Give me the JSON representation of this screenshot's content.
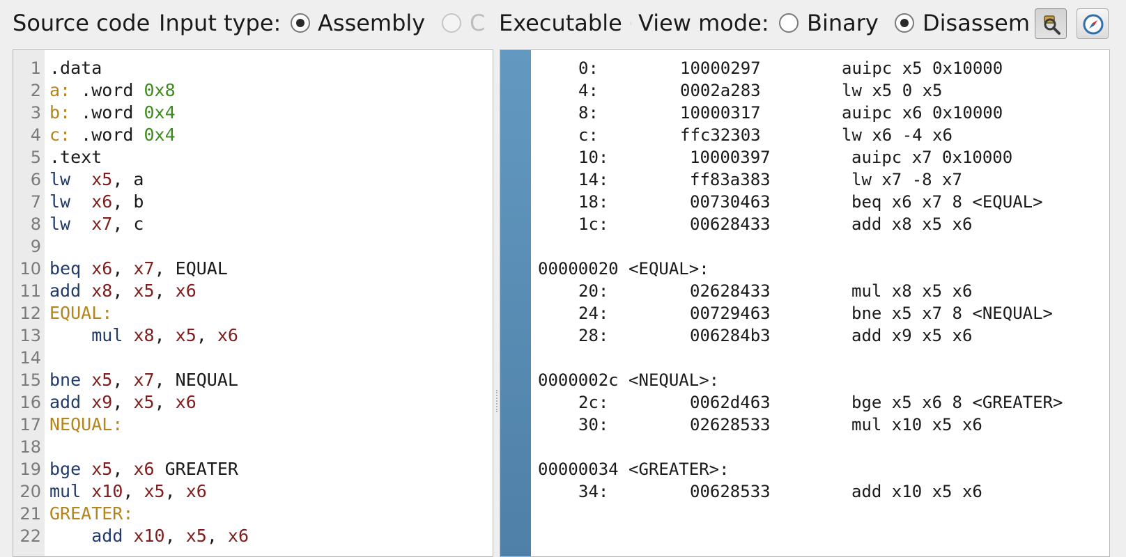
{
  "toolbar": {
    "source_code_label": "Source code",
    "input_type_label": "Input type:",
    "input_types": [
      {
        "label": "Assembly",
        "checked": true,
        "enabled": true
      },
      {
        "label": "C",
        "checked": false,
        "enabled": false
      },
      {
        "label": "Executable (",
        "checked": false,
        "enabled": true
      }
    ],
    "view_mode_label": "View mode:",
    "view_modes": [
      {
        "label": "Binary",
        "checked": false
      },
      {
        "label": "Disassembly",
        "checked": true
      }
    ],
    "buttons": [
      {
        "icon": "inspect-tool-icon",
        "pressed": true
      },
      {
        "icon": "compass-icon",
        "pressed": false
      }
    ]
  },
  "source": {
    "line_numbers": [
      "1",
      "2",
      "3",
      "4",
      "5",
      "6",
      "7",
      "8",
      "9",
      "10",
      "11",
      "12",
      "13",
      "14",
      "15",
      "16",
      "17",
      "18",
      "19",
      "20",
      "21",
      "22"
    ],
    "lines": [
      [
        {
          "t": "plain",
          "s": ".data"
        }
      ],
      [
        {
          "t": "lbl",
          "s": "a:"
        },
        {
          "t": "plain",
          "s": " .word "
        },
        {
          "t": "num",
          "s": "0x8"
        }
      ],
      [
        {
          "t": "lbl",
          "s": "b:"
        },
        {
          "t": "plain",
          "s": " .word "
        },
        {
          "t": "num",
          "s": "0x4"
        }
      ],
      [
        {
          "t": "lbl",
          "s": "c:"
        },
        {
          "t": "plain",
          "s": " .word "
        },
        {
          "t": "num",
          "s": "0x4"
        }
      ],
      [
        {
          "t": "plain",
          "s": ".text"
        }
      ],
      [
        {
          "t": "kw",
          "s": "lw"
        },
        {
          "t": "plain",
          "s": "  "
        },
        {
          "t": "reg",
          "s": "x5"
        },
        {
          "t": "plain",
          "s": ", a"
        }
      ],
      [
        {
          "t": "kw",
          "s": "lw"
        },
        {
          "t": "plain",
          "s": "  "
        },
        {
          "t": "reg",
          "s": "x6"
        },
        {
          "t": "plain",
          "s": ", b"
        }
      ],
      [
        {
          "t": "kw",
          "s": "lw"
        },
        {
          "t": "plain",
          "s": "  "
        },
        {
          "t": "reg",
          "s": "x7"
        },
        {
          "t": "plain",
          "s": ", c"
        }
      ],
      [],
      [
        {
          "t": "kw",
          "s": "beq"
        },
        {
          "t": "plain",
          "s": " "
        },
        {
          "t": "reg",
          "s": "x6"
        },
        {
          "t": "plain",
          "s": ", "
        },
        {
          "t": "reg",
          "s": "x7"
        },
        {
          "t": "plain",
          "s": ", EQUAL"
        }
      ],
      [
        {
          "t": "kw",
          "s": "add"
        },
        {
          "t": "plain",
          "s": " "
        },
        {
          "t": "reg",
          "s": "x8"
        },
        {
          "t": "plain",
          "s": ", "
        },
        {
          "t": "reg",
          "s": "x5"
        },
        {
          "t": "plain",
          "s": ", "
        },
        {
          "t": "reg",
          "s": "x6"
        }
      ],
      [
        {
          "t": "lbl",
          "s": "EQUAL:"
        }
      ],
      [
        {
          "t": "plain",
          "s": "    "
        },
        {
          "t": "kw",
          "s": "mul"
        },
        {
          "t": "plain",
          "s": " "
        },
        {
          "t": "reg",
          "s": "x8"
        },
        {
          "t": "plain",
          "s": ", "
        },
        {
          "t": "reg",
          "s": "x5"
        },
        {
          "t": "plain",
          "s": ", "
        },
        {
          "t": "reg",
          "s": "x6"
        }
      ],
      [],
      [
        {
          "t": "kw",
          "s": "bne"
        },
        {
          "t": "plain",
          "s": " "
        },
        {
          "t": "reg",
          "s": "x5"
        },
        {
          "t": "plain",
          "s": ", "
        },
        {
          "t": "reg",
          "s": "x7"
        },
        {
          "t": "plain",
          "s": ", NEQUAL"
        }
      ],
      [
        {
          "t": "kw",
          "s": "add"
        },
        {
          "t": "plain",
          "s": " "
        },
        {
          "t": "reg",
          "s": "x9"
        },
        {
          "t": "plain",
          "s": ", "
        },
        {
          "t": "reg",
          "s": "x5"
        },
        {
          "t": "plain",
          "s": ", "
        },
        {
          "t": "reg",
          "s": "x6"
        }
      ],
      [
        {
          "t": "lbl",
          "s": "NEQUAL:"
        }
      ],
      [],
      [
        {
          "t": "kw",
          "s": "bge"
        },
        {
          "t": "plain",
          "s": " "
        },
        {
          "t": "reg",
          "s": "x5"
        },
        {
          "t": "plain",
          "s": ", "
        },
        {
          "t": "reg",
          "s": "x6"
        },
        {
          "t": "plain",
          "s": " GREATER"
        }
      ],
      [
        {
          "t": "kw",
          "s": "mul"
        },
        {
          "t": "plain",
          "s": " "
        },
        {
          "t": "reg",
          "s": "x10"
        },
        {
          "t": "plain",
          "s": ", "
        },
        {
          "t": "reg",
          "s": "x5"
        },
        {
          "t": "plain",
          "s": ", "
        },
        {
          "t": "reg",
          "s": "x6"
        }
      ],
      [
        {
          "t": "lbl",
          "s": "GREATER:"
        }
      ],
      [
        {
          "t": "plain",
          "s": "    "
        },
        {
          "t": "kw",
          "s": "add"
        },
        {
          "t": "plain",
          "s": " "
        },
        {
          "t": "reg",
          "s": "x10"
        },
        {
          "t": "plain",
          "s": ", "
        },
        {
          "t": "reg",
          "s": "x5"
        },
        {
          "t": "plain",
          "s": ", "
        },
        {
          "t": "reg",
          "s": "x6"
        }
      ]
    ]
  },
  "disassembly": {
    "lines": [
      {
        "kind": "instr",
        "addr": "0:",
        "hex": "10000297",
        "asm": "auipc x5 0x10000",
        "shift": false
      },
      {
        "kind": "instr",
        "addr": "4:",
        "hex": "0002a283",
        "asm": "lw x5 0 x5",
        "shift": false
      },
      {
        "kind": "instr",
        "addr": "8:",
        "hex": "10000317",
        "asm": "auipc x6 0x10000",
        "shift": false
      },
      {
        "kind": "instr",
        "addr": "c:",
        "hex": "ffc32303",
        "asm": "lw x6 -4 x6",
        "shift": false
      },
      {
        "kind": "instr",
        "addr": "10:",
        "hex": "10000397",
        "asm": "auipc x7 0x10000",
        "shift": true
      },
      {
        "kind": "instr",
        "addr": "14:",
        "hex": "ff83a383",
        "asm": "lw x7 -8 x7",
        "shift": true
      },
      {
        "kind": "instr",
        "addr": "18:",
        "hex": "00730463",
        "asm": "beq x6 x7 8 <EQUAL>",
        "shift": true
      },
      {
        "kind": "instr",
        "addr": "1c:",
        "hex": "00628433",
        "asm": "add x8 x5 x6",
        "shift": true
      },
      {
        "kind": "blank"
      },
      {
        "kind": "label",
        "text": "00000020 <EQUAL>:"
      },
      {
        "kind": "instr",
        "addr": "20:",
        "hex": "02628433",
        "asm": "mul x8 x5 x6",
        "shift": true
      },
      {
        "kind": "instr",
        "addr": "24:",
        "hex": "00729463",
        "asm": "bne x5 x7 8 <NEQUAL>",
        "shift": true
      },
      {
        "kind": "instr",
        "addr": "28:",
        "hex": "006284b3",
        "asm": "add x9 x5 x6",
        "shift": true
      },
      {
        "kind": "blank"
      },
      {
        "kind": "label",
        "text": "0000002c <NEQUAL>:"
      },
      {
        "kind": "instr",
        "addr": "2c:",
        "hex": "0062d463",
        "asm": "bge x5 x6 8 <GREATER>",
        "shift": true
      },
      {
        "kind": "instr",
        "addr": "30:",
        "hex": "02628533",
        "asm": "mul x10 x5 x6",
        "shift": true
      },
      {
        "kind": "blank"
      },
      {
        "kind": "label",
        "text": "00000034 <GREATER>:"
      },
      {
        "kind": "instr",
        "addr": "34:",
        "hex": "00628533",
        "asm": "add x10 x5 x6",
        "shift": true
      }
    ]
  },
  "colors": {
    "keyword": "#1f3a6b",
    "register": "#7f1d1d",
    "label": "#b5851d",
    "number": "#3c8c1c",
    "disasm_sidebar": "#5b8db6"
  }
}
